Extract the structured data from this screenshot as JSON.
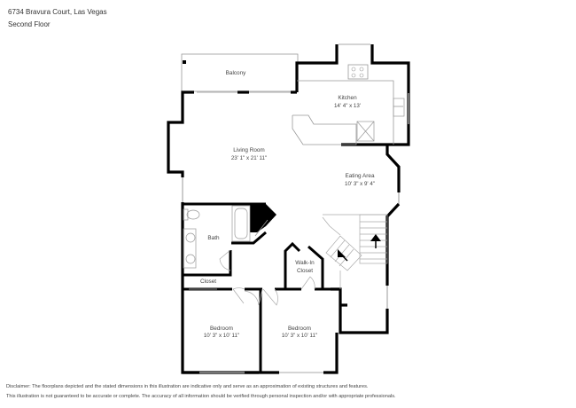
{
  "header": {
    "address": "6734 Bravura Court, Las Vegas",
    "floor": "Second Floor"
  },
  "rooms": [
    {
      "name": "Balcony",
      "dimensions": ""
    },
    {
      "name": "Kitchen",
      "dimensions": "14' 4\" x 13'"
    },
    {
      "name": "Living Room",
      "dimensions": "23' 1\" x 21' 11\""
    },
    {
      "name": "Eating Area",
      "dimensions": "10' 3\" x 9' 4\""
    },
    {
      "name": "Bath",
      "dimensions": ""
    },
    {
      "name": "Walk-In Closet",
      "line1": "Walk-In",
      "line2": "Closet",
      "dimensions": ""
    },
    {
      "name": "Closet",
      "dimensions": ""
    },
    {
      "name": "Bedroom",
      "dimensions": "10' 3\" x 10' 11\""
    },
    {
      "name": "Bedroom",
      "dimensions": "10' 3\" x 10' 11\""
    }
  ],
  "icons": [
    "stove-icon",
    "sink-icon",
    "toilet-icon",
    "bathtub-icon",
    "stairs-up-arrow-icon",
    "door-swing-icon"
  ],
  "colors": {
    "wall": "#000000",
    "fixture": "#999999",
    "background": "#ffffff"
  },
  "disclaimer": {
    "line1": "Disclaimer: The floorplans depicted and the stated dimensions in this illustration are indicative only and serve as an approximation of existing structures and features.",
    "line2": "This illustration is not guaranteed to be accurate or complete. The accuracy of all information should be verified through personal inspection and/or with appropriate professionals."
  }
}
